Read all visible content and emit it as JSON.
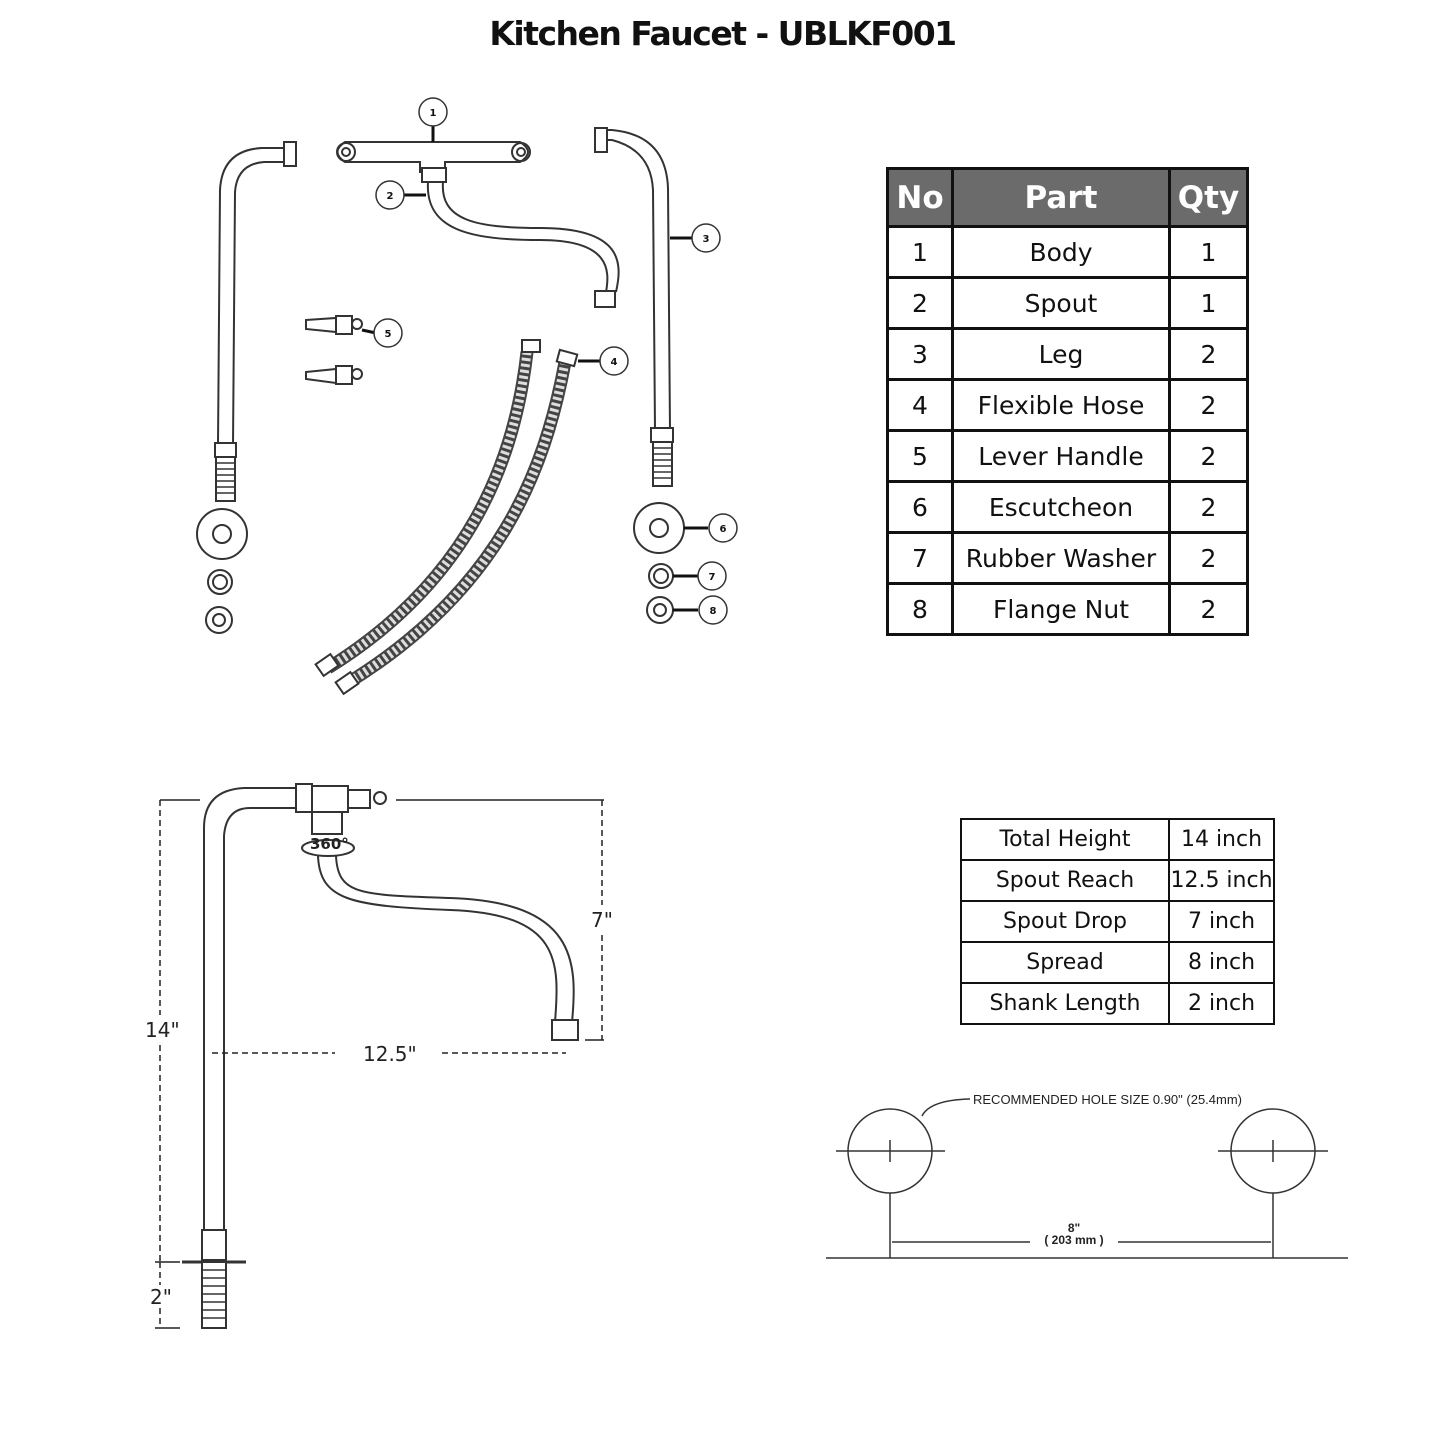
{
  "title": "Kitchen Faucet - UBLKF001",
  "callouts": [
    "1",
    "2",
    "3",
    "4",
    "5",
    "6",
    "7",
    "8"
  ],
  "parts_table": {
    "headers": [
      "No",
      "Part",
      "Qty"
    ],
    "rows": [
      [
        "1",
        "Body",
        "1"
      ],
      [
        "2",
        "Spout",
        "1"
      ],
      [
        "3",
        "Leg",
        "2"
      ],
      [
        "4",
        "Flexible Hose",
        "2"
      ],
      [
        "5",
        "Lever Handle",
        "2"
      ],
      [
        "6",
        "Escutcheon",
        "2"
      ],
      [
        "7",
        "Rubber Washer",
        "2"
      ],
      [
        "8",
        "Flange Nut",
        "2"
      ]
    ]
  },
  "specs_table": {
    "rows": [
      [
        "Total Height",
        "14 inch"
      ],
      [
        "Spout Reach",
        "12.5 inch"
      ],
      [
        "Spout Drop",
        "7 inch"
      ],
      [
        "Spread",
        "8 inch"
      ],
      [
        "Shank Length",
        "2 inch"
      ]
    ]
  },
  "dimensions": {
    "height": "14\"",
    "shank": "2\"",
    "reach": "12.5\"",
    "drop": "7\"",
    "swivel": "360°"
  },
  "hole_diagram": {
    "note": "RECOMMENDED HOLE SIZE   0.90\" (25.4mm)",
    "spread_in": "8\"",
    "spread_mm": "(  203 mm  )"
  }
}
